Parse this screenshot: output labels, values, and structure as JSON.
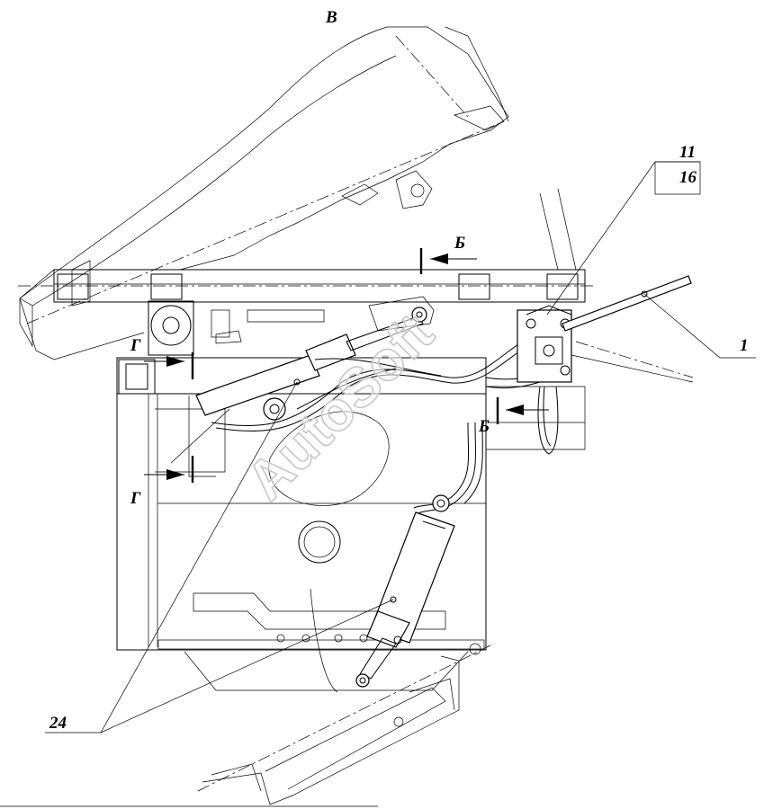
{
  "view_title": "В",
  "section_marks": {
    "b_top": "Б",
    "b_right": "Б",
    "g_top": "Г",
    "g_bottom": "Г"
  },
  "callouts": {
    "c11": "11",
    "c16": "16",
    "c1": "1",
    "c24": "24"
  },
  "watermark": "AutoSoft"
}
